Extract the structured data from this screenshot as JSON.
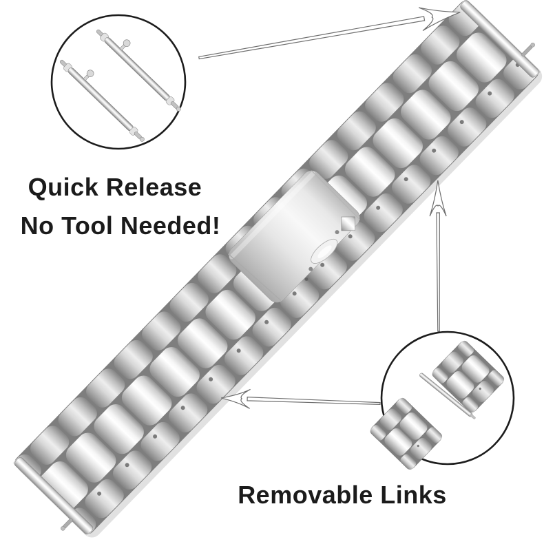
{
  "annotations": {
    "quick_release": {
      "line1": "Quick Release",
      "line2": "No Tool Needed!"
    },
    "removable_links": {
      "label": "Removable Links"
    }
  },
  "colors": {
    "background": "#ffffff",
    "text": "#1b1b1b",
    "callout_outline": "#1c1c1c",
    "arrow_outline": "#6e6e6e",
    "metal_highlight": "#ffffff",
    "metal_mid": "#c9c9c9",
    "metal_shadow": "#7e7e7e"
  }
}
